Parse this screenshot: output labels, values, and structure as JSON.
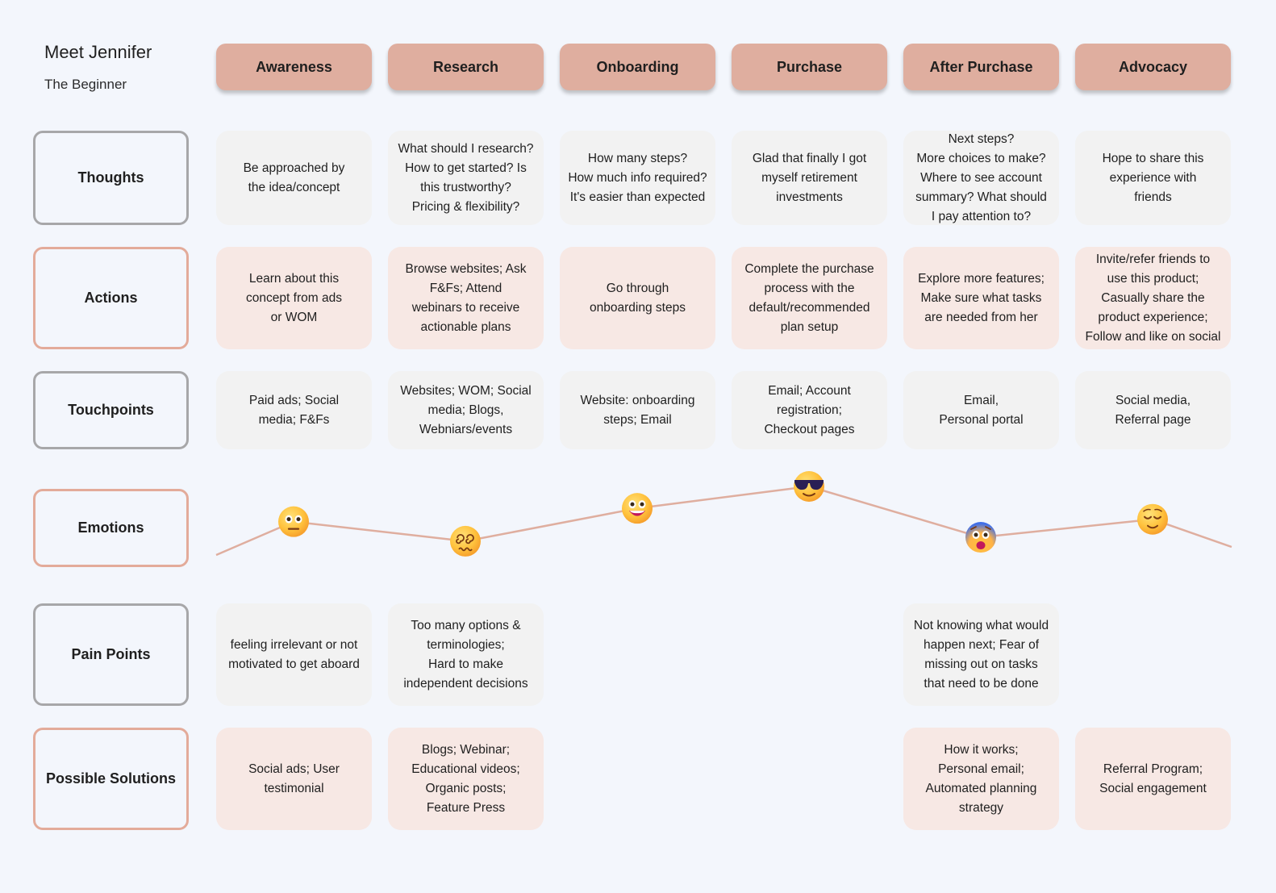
{
  "persona": {
    "name": "Meet Jennifer",
    "role": "The Beginner"
  },
  "stages": [
    "Awareness",
    "Research",
    "Onboarding",
    "Purchase",
    "After Purchase",
    "Advocacy"
  ],
  "rows": {
    "thoughts": {
      "label": "Thoughts",
      "cells": [
        "Be approached by\nthe idea/concept",
        "What should I research?\nHow to get started? Is\nthis trustworthy?\nPricing & flexibility?",
        "How many steps?\nHow much info required?\nIt's easier than expected",
        "Glad that finally I got\nmyself retirement\ninvestments",
        "Next steps?\nMore choices to make?\nWhere to see account\nsummary? What should\nI pay attention to?",
        "Hope to share this\nexperience with\nfriends"
      ]
    },
    "actions": {
      "label": "Actions",
      "cells": [
        "Learn about this\nconcept from ads\nor WOM",
        "Browse websites; Ask\nF&Fs; Attend\nwebinars to receive\nactionable plans",
        "Go through\nonboarding steps",
        "Complete the purchase\nprocess with the\ndefault/recommended\nplan setup",
        "Explore more features;\nMake sure what tasks\nare needed from her",
        "Invite/refer friends to\nuse this product;\nCasually share the\nproduct experience;\nFollow and like on social"
      ]
    },
    "touchpoints": {
      "label": "Touchpoints",
      "cells": [
        "Paid ads; Social\nmedia; F&Fs",
        "Websites; WOM; Social\nmedia; Blogs,\nWebniars/events",
        "Website: onboarding\nsteps; Email",
        "Email; Account\nregistration;\nCheckout pages",
        "Email,\nPersonal portal",
        "Social media,\nReferral page"
      ]
    },
    "emotions": {
      "label": "Emotions"
    },
    "pain_points": {
      "label": "Pain Points",
      "cells": [
        "feeling irrelevant or not\nmotivated to get aboard",
        "Too many options &\nterminologies;\nHard to make\nindependent decisions",
        "",
        "",
        "Not knowing what would\nhappen next; Fear of\nmissing out on tasks\nthat need to be done",
        ""
      ]
    },
    "possible_solutions": {
      "label": "Possible Solutions",
      "cells": [
        "Social ads; User\ntestimonial",
        "Blogs; Webinar;\nEducational videos;\nOrganic posts;\nFeature Press",
        "",
        "",
        "How it works;\nPersonal email;\nAutomated planning\nstrategy",
        "Referral Program;\nSocial engagement"
      ]
    }
  },
  "chart_data": {
    "type": "line",
    "categories": [
      "Awareness",
      "Research",
      "Onboarding",
      "Purchase",
      "After Purchase",
      "Advocacy"
    ],
    "emotion_icons": [
      "neutral-face-icon",
      "dizzy-face-icon",
      "grinning-face-icon",
      "sunglasses-face-icon",
      "fearful-face-icon",
      "relieved-face-icon"
    ],
    "values": [
      0.55,
      0.3,
      0.72,
      1.0,
      0.35,
      0.58
    ],
    "line_color": "#dfae9f"
  },
  "colors": {
    "background": "#f3f6fc",
    "stage_header": "#dfae9f",
    "grey_cell": "#f2f2f2",
    "pink_cell": "#f7e8e4",
    "grey_border": "#a7a7a9",
    "pink_border": "#e3ab9a"
  }
}
